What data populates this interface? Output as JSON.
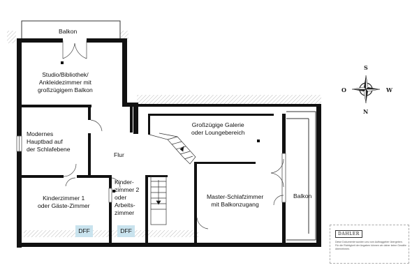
{
  "rooms": {
    "balkon_top": "Balkon",
    "studio": [
      "Studio/Bibliothek/",
      "Ankleidezimmer mit",
      "großzügigem Balkon"
    ],
    "bad": [
      "Modernes",
      "Hauptbad auf",
      "der Schlafebene"
    ],
    "flur": "Flur",
    "galerie": [
      "Großzügige Galerie",
      "oder Loungebereich"
    ],
    "kinder1": [
      "Kinderzimmer 1",
      "oder Gäste-Zimmer"
    ],
    "kinder2": [
      "Kinder-",
      "zimmer 2",
      "oder",
      "Arbeits-",
      "zimmer"
    ],
    "master": [
      "Master-Schlafzimmer",
      "mit Balkonzugang"
    ],
    "balkon_right": "Balkon"
  },
  "dff_labels": [
    "DFF",
    "DFF"
  ],
  "compass": {
    "north": "N",
    "south": "S",
    "west": "W",
    "east": "O"
  },
  "legend": {
    "logo": "DAHLER",
    "disclaimer": "Diese Dokumente wurden uns vom Auftraggeber übergeben. Für die Richtigkeit der Angaben können wir daher keine Gewähr übernehmen."
  },
  "colors": {
    "wall": "#111111",
    "window": "#c9e3ee",
    "hatch": "#cccccc"
  }
}
